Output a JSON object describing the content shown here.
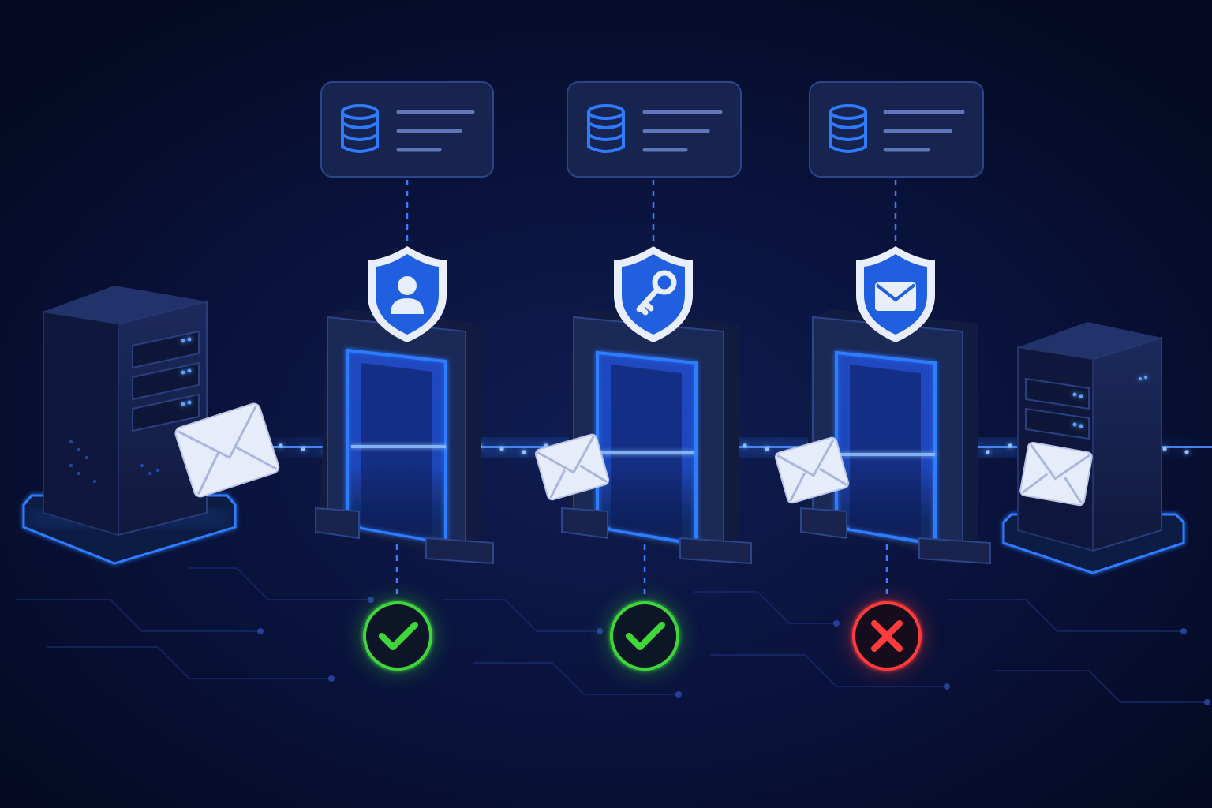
{
  "colors": {
    "background": "#060b26",
    "background_center": "#0e1a4a",
    "accent": "#2f7bff",
    "panel_fill": "#16244f",
    "panel_stroke": "#2c4488",
    "gate_body": "#1b2957",
    "gate_side": "#121c40",
    "shield_fill": "#1f5fe0",
    "shield_rim": "#e8eefc",
    "pass": "#3fd63a",
    "fail": "#ff3b3b",
    "envelope": "#e7ecfa"
  },
  "nodes": {
    "sender": {
      "icon": "mail-server-icon"
    },
    "receiver": {
      "icon": "mail-server-icon"
    }
  },
  "checkpoints": [
    {
      "id": "identity",
      "shield_icon": "user-icon",
      "panel_icon": "database-icon",
      "result": "pass",
      "result_icon": "checkmark-icon"
    },
    {
      "id": "key",
      "shield_icon": "key-icon",
      "panel_icon": "database-icon",
      "result": "pass",
      "result_icon": "checkmark-icon"
    },
    {
      "id": "message",
      "shield_icon": "envelope-icon",
      "panel_icon": "database-icon",
      "result": "fail",
      "result_icon": "cross-icon"
    }
  ],
  "messages": [
    {
      "stage": "sender",
      "icon": "envelope-icon"
    },
    {
      "stage": "gate-1",
      "icon": "envelope-icon"
    },
    {
      "stage": "gate-2",
      "icon": "envelope-icon"
    },
    {
      "stage": "receiver",
      "icon": "envelope-icon"
    }
  ]
}
